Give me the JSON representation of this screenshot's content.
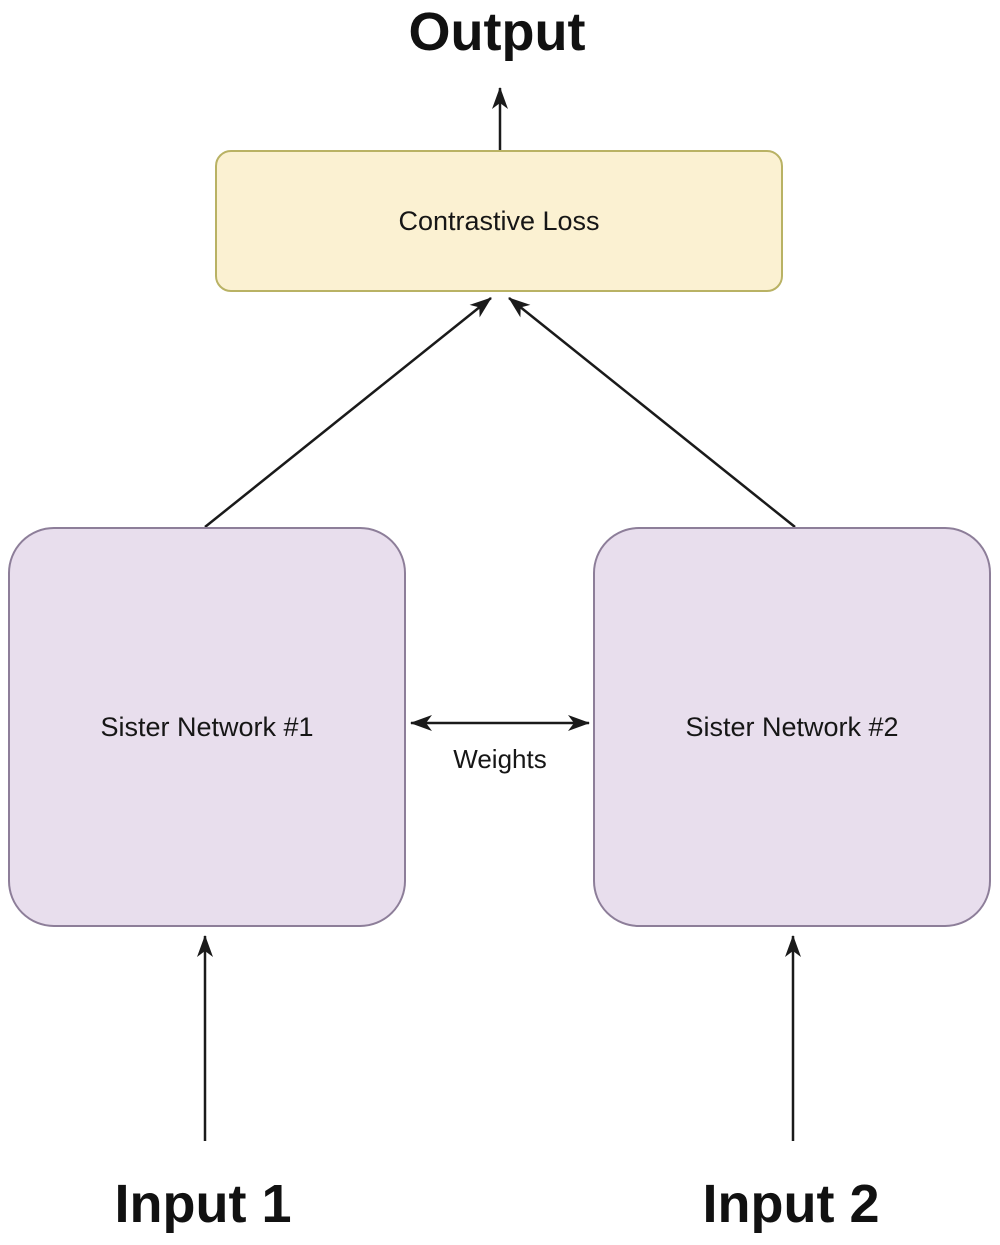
{
  "diagram": {
    "type": "siamese-network-architecture",
    "output_label": "Output",
    "loss_box": {
      "label": "Contrastive Loss",
      "fill": "#FBF1D2",
      "border": "#B9B264"
    },
    "sister_boxes": {
      "box1_label": "Sister Network #1",
      "box2_label": "Sister Network #2",
      "fill": "#E8DEED",
      "border": "#8D7E99"
    },
    "weights_label": "Weights",
    "input1_label": "Input 1",
    "input2_label": "Input 2",
    "arrow_color": "#1a1a1a",
    "background": "#ffffff"
  }
}
